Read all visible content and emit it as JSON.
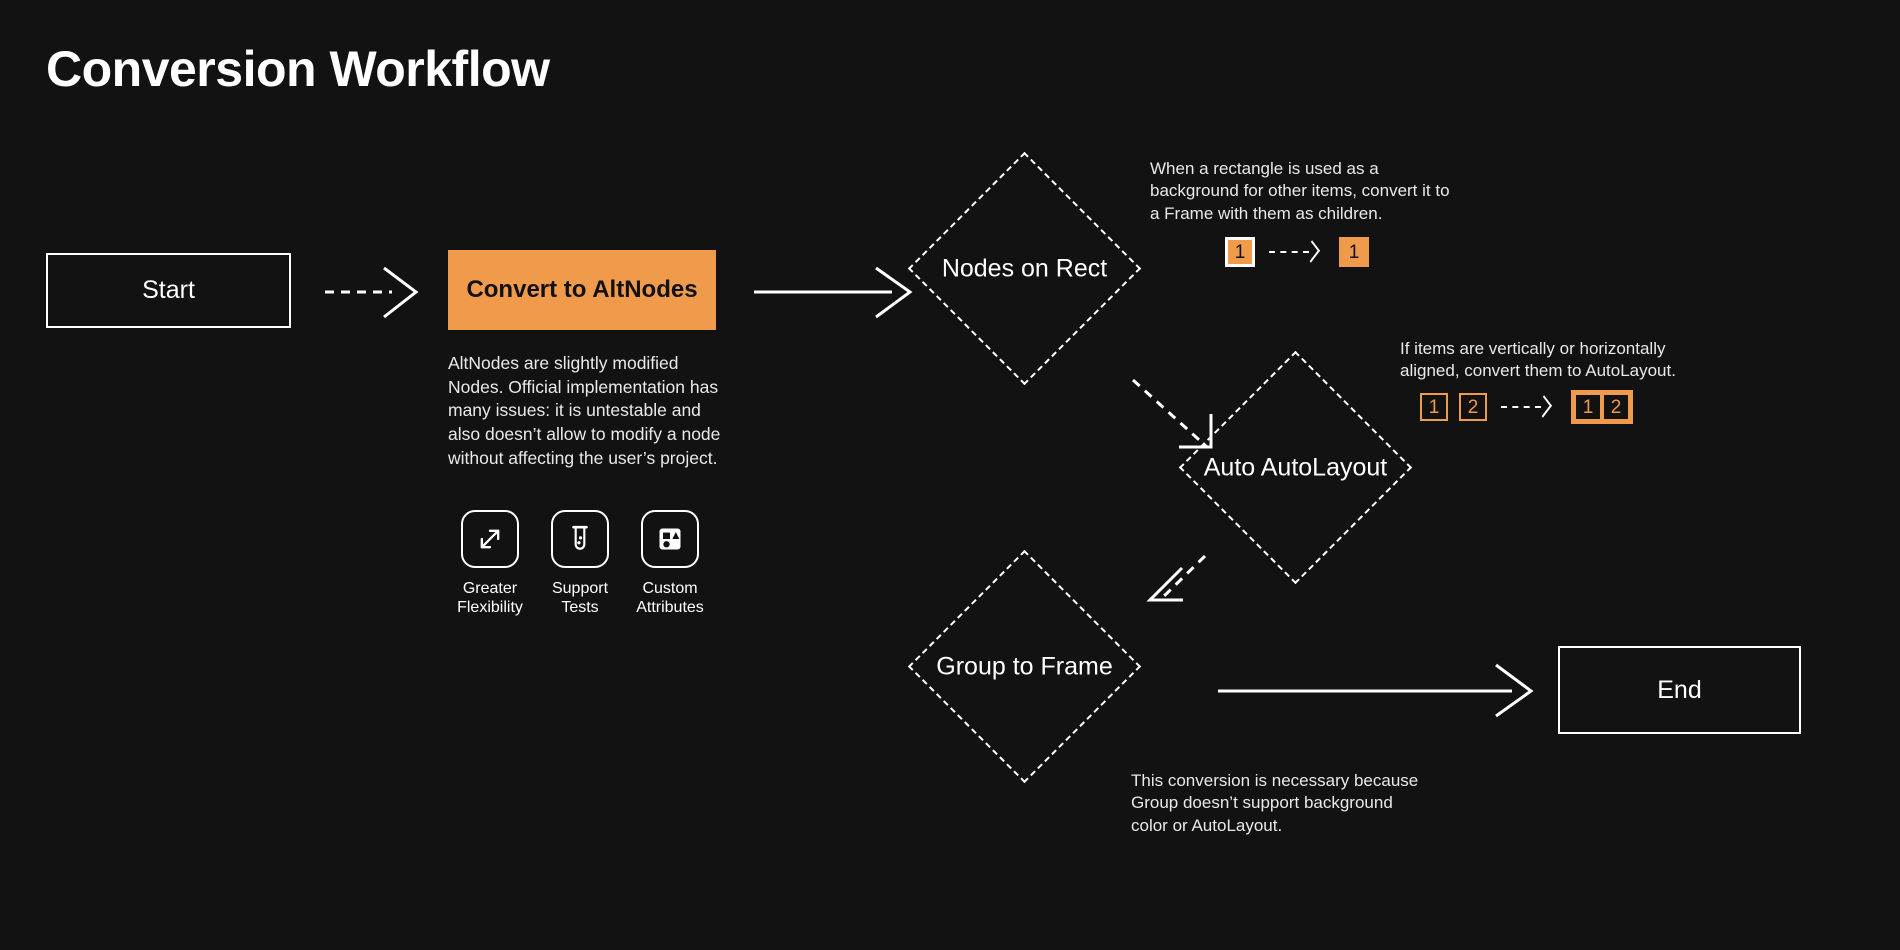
{
  "page": {
    "title": "Conversion Workflow",
    "background_color": "#121212",
    "accent_color": "#f09a4c",
    "text_color": "#ffffff"
  },
  "nodes": {
    "start": {
      "label": "Start",
      "shape": "rectangle"
    },
    "convert": {
      "label": "Convert to AltNodes",
      "shape": "rectangle-filled",
      "fill": "#f09a4c",
      "description": "AltNodes are slightly modified Nodes. Official implementation has many issues: it is untestable and also doesn’t allow to modify a node without affecting the user’s project."
    },
    "nodes_on_rect": {
      "label": "Nodes on Rect",
      "shape": "diamond"
    },
    "auto_autolayout": {
      "label": "Auto AutoLayout",
      "shape": "diamond"
    },
    "group_to_frame": {
      "label": "Group to Frame",
      "shape": "diamond"
    },
    "end": {
      "label": "End",
      "shape": "rectangle"
    }
  },
  "features": [
    {
      "icon": "expand-arrows-icon",
      "label": "Greater\nFlexibility"
    },
    {
      "icon": "test-tube-icon",
      "label": "Support\nTests"
    },
    {
      "icon": "shapes-icon",
      "label": "Custom\nAttributes"
    }
  ],
  "annotations": {
    "nodes_on_rect": {
      "text": "When a rectangle is used as a background for other items, convert it to a Frame with them as children.",
      "before": [
        "1"
      ],
      "after": [
        "1"
      ]
    },
    "auto_autolayout": {
      "text": "If items are vertically or horizontally aligned, convert them to AutoLayout.",
      "before": [
        "1",
        "2"
      ],
      "after": [
        "1",
        "2"
      ]
    },
    "group_to_frame": {
      "text": "This conversion is necessary because Group doesn’t support background color or AutoLayout."
    }
  },
  "connectors": [
    {
      "from": "start",
      "to": "convert",
      "style": "dashed"
    },
    {
      "from": "convert",
      "to": "nodes_on_rect",
      "style": "solid"
    },
    {
      "from": "nodes_on_rect",
      "to": "auto_autolayout",
      "style": "dashed"
    },
    {
      "from": "auto_autolayout",
      "to": "group_to_frame",
      "style": "dashed"
    },
    {
      "from": "group_to_frame",
      "to": "end",
      "style": "solid"
    }
  ]
}
